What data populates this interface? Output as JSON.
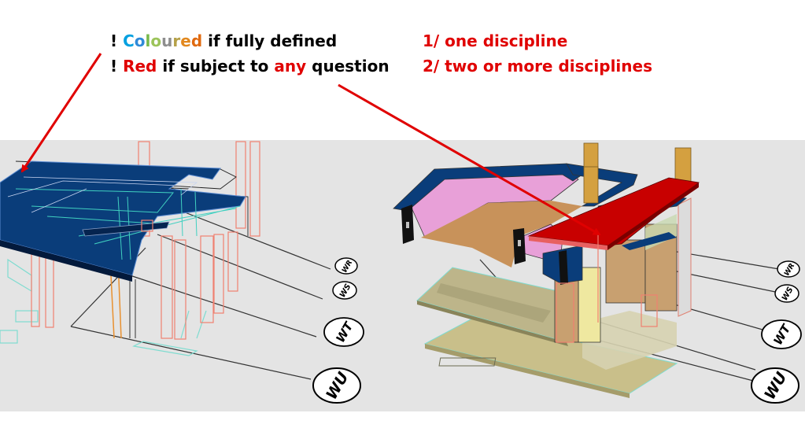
{
  "notes": {
    "line1": {
      "prefix": "! ",
      "coloured_letters": [
        {
          "ch": "C",
          "color": "#00a0e0"
        },
        {
          "ch": "o",
          "color": "#2f8ad8"
        },
        {
          "ch": "l",
          "color": "#77b94a"
        },
        {
          "ch": "o",
          "color": "#9cc45a"
        },
        {
          "ch": "u",
          "color": "#8e8e8e"
        },
        {
          "ch": "r",
          "color": "#b5a048"
        },
        {
          "ch": "e",
          "color": "#e2881e"
        },
        {
          "ch": "d",
          "color": "#e06a10"
        }
      ],
      "suffix": " if fully defined"
    },
    "line2": {
      "prefix": "! ",
      "red_word": "Red",
      "middle": " if subject to ",
      "any_word": "any",
      "suffix": " question"
    },
    "discipline_one": "1/ one discipline",
    "discipline_two": "2/ two or more disciplines"
  },
  "grid_tags": [
    "WR",
    "WS",
    "WT",
    "WU"
  ],
  "colors": {
    "red": "#e00000",
    "slab_blue": "#0a3d7a",
    "beam_red": "#c80000",
    "pink": "#e8a0d8",
    "timber": "#c8a070",
    "olive": "#c9bf8a",
    "orange_column": "#d4a040",
    "wire_red": "#f08070",
    "wire_cyan": "#40d0c0"
  }
}
